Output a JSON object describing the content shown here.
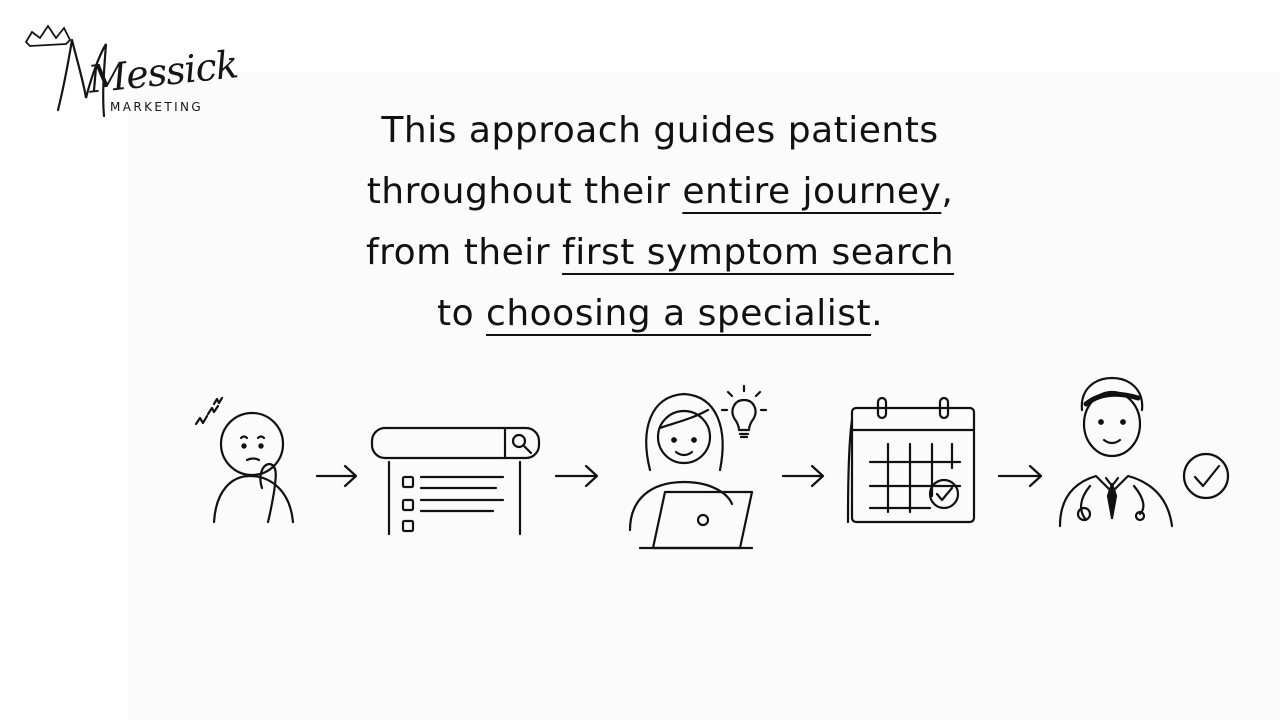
{
  "brand": {
    "name": "Messick",
    "subtitle": "MARKETING"
  },
  "headline": {
    "line1": "This approach guides patients",
    "line2_a": "throughout their ",
    "line2_b": "entire journey",
    "line2_c": ",",
    "line3_a": "from their ",
    "line3_b": "first symptom search",
    "line4_a": "to ",
    "line4_b": "choosing a specialist",
    "line4_c": "."
  },
  "journey_steps": [
    {
      "icon": "worried-person-icon"
    },
    {
      "icon": "search-results-icon"
    },
    {
      "icon": "person-laptop-idea-icon"
    },
    {
      "icon": "calendar-check-icon"
    },
    {
      "icon": "doctor-approved-icon"
    }
  ],
  "colors": {
    "ink": "#111111",
    "background": "#ffffff",
    "panel": "#fbfbfb"
  }
}
